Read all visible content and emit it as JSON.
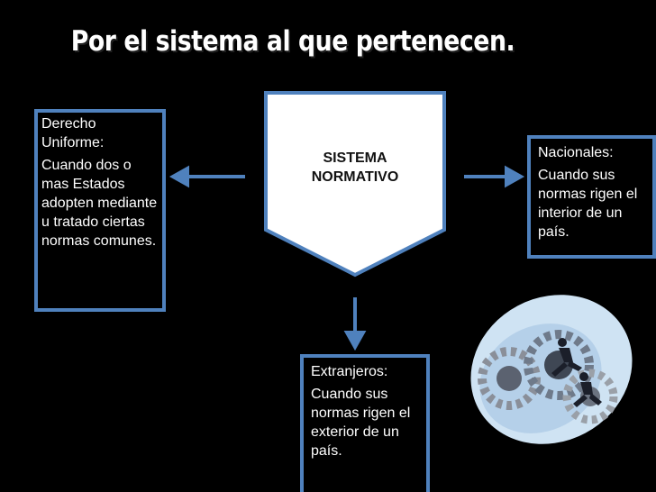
{
  "title": "Por el sistema al que pertenecen.",
  "center": {
    "line1": "SISTEMA",
    "line2": "NORMATIVO"
  },
  "left": {
    "label": "Derecho Uniforme:",
    "text": "Cuando dos o mas Estados adopten mediante u tratado ciertas normas comunes."
  },
  "right": {
    "label": "Nacionales:",
    "text": "Cuando sus normas rigen el interior de un país."
  },
  "bottom": {
    "label": "Extranjeros:",
    "text": "Cuando sus normas rigen el exterior de un país."
  },
  "colors": {
    "border": "#4f81bd",
    "arrow": "#4f81bd",
    "background": "#000000"
  }
}
